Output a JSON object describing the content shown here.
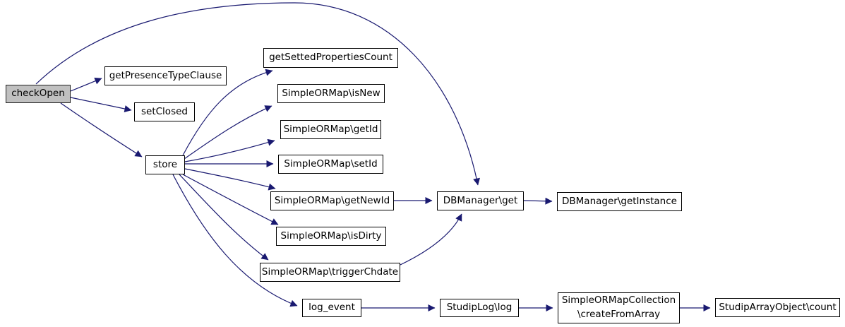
{
  "diagram": {
    "type": "call-graph",
    "colors": {
      "background": "#ffffff",
      "edge": "#191970",
      "node_border": "#000000",
      "node_fill": "#ffffff",
      "highlight_node_fill": "#c0c0c0",
      "text": "#000000"
    },
    "nodes": [
      {
        "id": "checkOpen",
        "label": "checkOpen",
        "highlighted": true
      },
      {
        "id": "getPresenceTypeClause",
        "label": "getPresenceTypeClause",
        "highlighted": false
      },
      {
        "id": "setClosed",
        "label": "setClosed",
        "highlighted": false
      },
      {
        "id": "store",
        "label": "store",
        "highlighted": false
      },
      {
        "id": "getSettedPropertiesCount",
        "label": "getSettedPropertiesCount",
        "highlighted": false
      },
      {
        "id": "SimpleORMap-isNew",
        "label": "SimpleORMap\\isNew",
        "highlighted": false
      },
      {
        "id": "SimpleORMap-getId",
        "label": "SimpleORMap\\getId",
        "highlighted": false
      },
      {
        "id": "SimpleORMap-setId",
        "label": "SimpleORMap\\setId",
        "highlighted": false
      },
      {
        "id": "SimpleORMap-getNewId",
        "label": "SimpleORMap\\getNewId",
        "highlighted": false
      },
      {
        "id": "SimpleORMap-isDirty",
        "label": "SimpleORMap\\isDirty",
        "highlighted": false
      },
      {
        "id": "SimpleORMap-triggerChdate",
        "label": "SimpleORMap\\triggerChdate",
        "highlighted": false
      },
      {
        "id": "DBManager-get",
        "label": "DBManager\\get",
        "highlighted": false
      },
      {
        "id": "DBManager-getInstance",
        "label": "DBManager\\getInstance",
        "highlighted": false
      },
      {
        "id": "log_event",
        "label": "log_event",
        "highlighted": false
      },
      {
        "id": "StudipLog-log",
        "label": "StudipLog\\log",
        "highlighted": false
      },
      {
        "id": "SimpleORMapCollection-createFromArray",
        "label": "SimpleORMapCollection\n\\createFromArray",
        "highlighted": false
      },
      {
        "id": "StudipArrayObject-count",
        "label": "StudipArrayObject\\count",
        "highlighted": false
      }
    ],
    "edges": [
      {
        "from": "checkOpen",
        "to": "getPresenceTypeClause"
      },
      {
        "from": "checkOpen",
        "to": "setClosed"
      },
      {
        "from": "checkOpen",
        "to": "store"
      },
      {
        "from": "checkOpen",
        "to": "DBManager\\get"
      },
      {
        "from": "store",
        "to": "getSettedPropertiesCount"
      },
      {
        "from": "store",
        "to": "SimpleORMap\\isNew"
      },
      {
        "from": "store",
        "to": "SimpleORMap\\getId"
      },
      {
        "from": "store",
        "to": "SimpleORMap\\setId"
      },
      {
        "from": "store",
        "to": "SimpleORMap\\getNewId"
      },
      {
        "from": "store",
        "to": "SimpleORMap\\isDirty"
      },
      {
        "from": "store",
        "to": "SimpleORMap\\triggerChdate"
      },
      {
        "from": "store",
        "to": "log_event"
      },
      {
        "from": "SimpleORMap\\getNewId",
        "to": "DBManager\\get"
      },
      {
        "from": "SimpleORMap\\triggerChdate",
        "to": "DBManager\\get"
      },
      {
        "from": "DBManager\\get",
        "to": "DBManager\\getInstance"
      },
      {
        "from": "log_event",
        "to": "StudipLog\\log"
      },
      {
        "from": "StudipLog\\log",
        "to": "SimpleORMapCollection\\createFromArray"
      },
      {
        "from": "SimpleORMapCollection\\createFromArray",
        "to": "StudipArrayObject\\count"
      }
    ]
  }
}
